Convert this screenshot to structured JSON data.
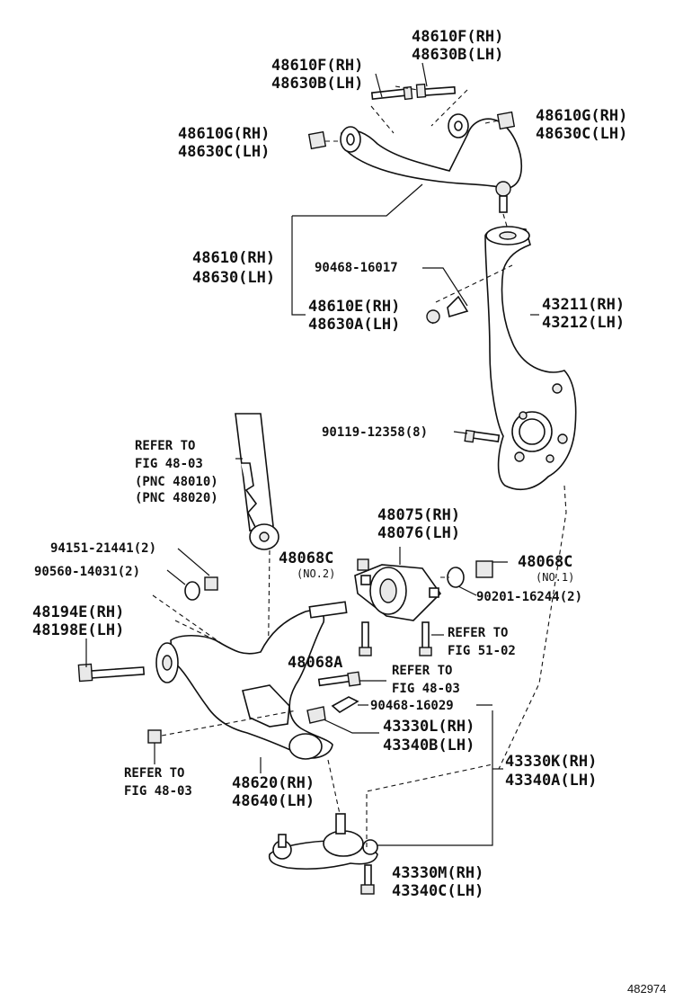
{
  "labels": {
    "l1_rh": "48610F(RH)",
    "l1_lh": "48630B(LH)",
    "l2_rh": "48610F(RH)",
    "l2_lh": "48630B(LH)",
    "l3_rh": "48610G(RH)",
    "l3_lh": "48630C(LH)",
    "l4_rh": "48610G(RH)",
    "l4_lh": "48630C(LH)",
    "l5_rh": "48610(RH)",
    "l5_lh": "48630(LH)",
    "l6": "90468-16017",
    "l7_rh": "48610E(RH)",
    "l7_lh": "48630A(LH)",
    "l8_rh": "43211(RH)",
    "l8_lh": "43212(LH)",
    "l9": "90119-12358(8)",
    "ref1_a": "REFER TO",
    "ref1_b": "FIG 48-03",
    "ref1_c": "(PNC 48010)",
    "ref1_d": "(PNC 48020)",
    "l10_rh": "48075(RH)",
    "l10_lh": "48076(LH)",
    "l11": "94151-21441(2)",
    "l12": "90560-14031(2)",
    "l13": "48068C",
    "l13_no": "(NO.2)",
    "l14": "48068C",
    "l14_no": "(NO.1)",
    "l15": "90201-16244(2)",
    "l16_rh": "48194E(RH)",
    "l16_lh": "48198E(LH)",
    "ref2_a": "REFER TO",
    "ref2_b": "FIG 51-02",
    "l17": "48068A",
    "ref3_a": "REFER TO",
    "ref3_b": "FIG 48-03",
    "l18": "90468-16029",
    "l19_rh": "43330L(RH)",
    "l19_lh": "43340B(LH)",
    "l20_rh": "43330K(RH)",
    "l20_lh": "43340A(LH)",
    "ref4_a": "REFER TO",
    "ref4_b": "FIG 48-03",
    "l21_rh": "48620(RH)",
    "l21_lh": "48640(LH)",
    "l22_rh": "43330M(RH)",
    "l22_lh": "43340C(LH)",
    "diagram_id": "482974"
  }
}
